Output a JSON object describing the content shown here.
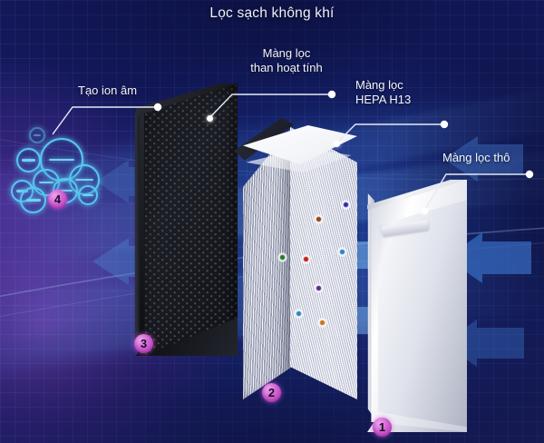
{
  "title": "Lọc sạch không khí",
  "colors": {
    "background_dark": "#131a5e",
    "background_purple_glow": "#8a46c8",
    "badge_magenta": "#d163d3",
    "ion_cyan": "#58c8ef",
    "airflow_blue": "#3b72c8",
    "label_text": "#f2f4fc"
  },
  "callouts": [
    {
      "id": "ionizer",
      "line1": "Tạo ion âm",
      "line2": ""
    },
    {
      "id": "carbon",
      "line1": "Màng lọc",
      "line2": "than hoạt tính"
    },
    {
      "id": "hepa",
      "line1": "Màng lọc",
      "line2": "HEPA H13"
    },
    {
      "id": "prefilter",
      "line1": "Màng lọc thô",
      "line2": ""
    }
  ],
  "badges": [
    {
      "number": "1",
      "for": "prefilter"
    },
    {
      "number": "2",
      "for": "hepa"
    },
    {
      "number": "3",
      "for": "carbon"
    },
    {
      "number": "4",
      "for": "ionizer"
    }
  ],
  "ions": {
    "symbol": "negative-ion",
    "count": 9
  },
  "particles": [
    {
      "color": "#8b4a1e"
    },
    {
      "color": "#2a2fb0"
    },
    {
      "color": "#1e7a2c"
    },
    {
      "color": "#c02020"
    },
    {
      "color": "#2f7fd0"
    },
    {
      "color": "#5a2a9a"
    },
    {
      "color": "#2c86c4"
    },
    {
      "color": "#c9761a"
    }
  ],
  "layers": [
    {
      "name": "pre-filter",
      "badge": "1"
    },
    {
      "name": "hepa-h13-filter",
      "badge": "2"
    },
    {
      "name": "activated-carbon-filter",
      "badge": "3"
    },
    {
      "name": "negative-ion-generator",
      "badge": "4"
    }
  ]
}
